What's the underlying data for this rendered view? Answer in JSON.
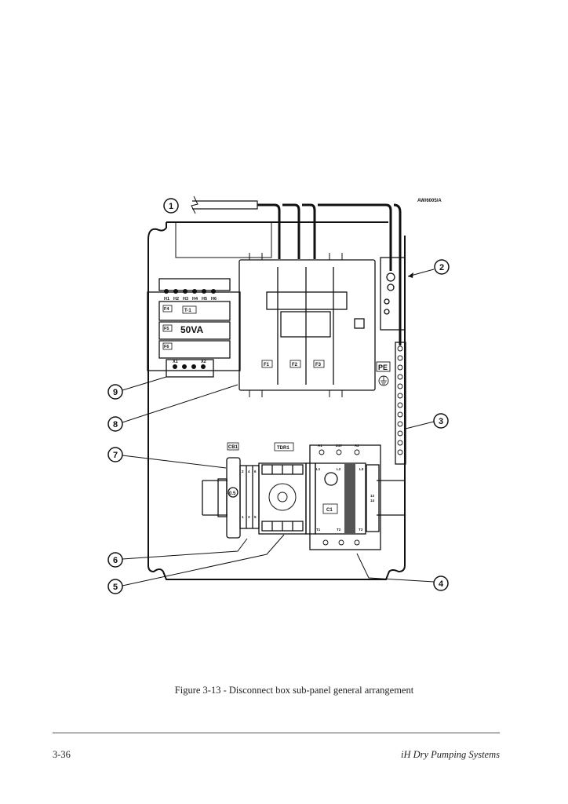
{
  "figure": {
    "drawing_ref": "AW/6005/A",
    "callouts": [
      "1",
      "2",
      "3",
      "4",
      "5",
      "6",
      "7",
      "8",
      "9"
    ],
    "transformer": {
      "terminals_top": [
        "H1",
        "H2",
        "H3",
        "H4",
        "H5",
        "H6"
      ],
      "tag": "T-1",
      "rating": "50VA",
      "fuses": [
        "F4",
        "F5",
        "F6"
      ],
      "terminals_bottom": [
        "X1",
        "X2"
      ]
    },
    "disconnect": {
      "fuses": [
        "F1",
        "F2",
        "F3"
      ]
    },
    "earth_label": "PE",
    "breaker": {
      "tag": "CB1",
      "rating": "0.5",
      "top_terms": [
        "2",
        "4",
        "6"
      ],
      "bottom_terms": [
        "1",
        "3",
        "5"
      ]
    },
    "timer": {
      "tag": "TDR1"
    },
    "contactor": {
      "tag": "C1",
      "coil": "24V",
      "coil_terms": [
        "A1",
        "A2"
      ],
      "line_terms": [
        "L1",
        "L2",
        "L3"
      ],
      "load_terms": [
        "T1",
        "T2",
        "T3"
      ],
      "aux": [
        "13",
        "14"
      ]
    }
  },
  "caption": "Figure 3-13 - Disconnect box sub-panel general arrangement",
  "footer": {
    "page_number": "3-36",
    "running_title": "iH Dry Pumping Systems"
  }
}
